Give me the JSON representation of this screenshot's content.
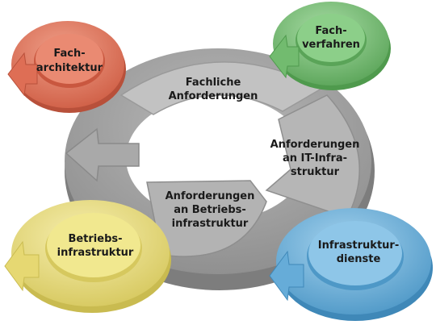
{
  "center_segments": {
    "top": [
      "Fachliche",
      "Anforderungen"
    ],
    "right": [
      "Anforderungen",
      "an IT-Infra-",
      "struktur"
    ],
    "bottom": [
      "Anforderungen",
      "an Betriebs-",
      "infrastruktur"
    ]
  },
  "corner_cycles": {
    "top_left": {
      "lines": [
        "Fach-",
        "architektur"
      ],
      "color": "#e0745c"
    },
    "top_right": {
      "lines": [
        "Fach-",
        "verfahren"
      ],
      "color": "#7cc07a"
    },
    "bottom_left": {
      "lines": [
        "Betriebs-",
        "infrastruktur"
      ],
      "color": "#ede07e"
    },
    "bottom_right": {
      "lines": [
        "Infrastruktur-",
        "dienste"
      ],
      "color": "#6fb4dd"
    }
  },
  "colors": {
    "ring_gray": "#9e9e9e",
    "ring_gray_dark": "#7a7a7a"
  }
}
